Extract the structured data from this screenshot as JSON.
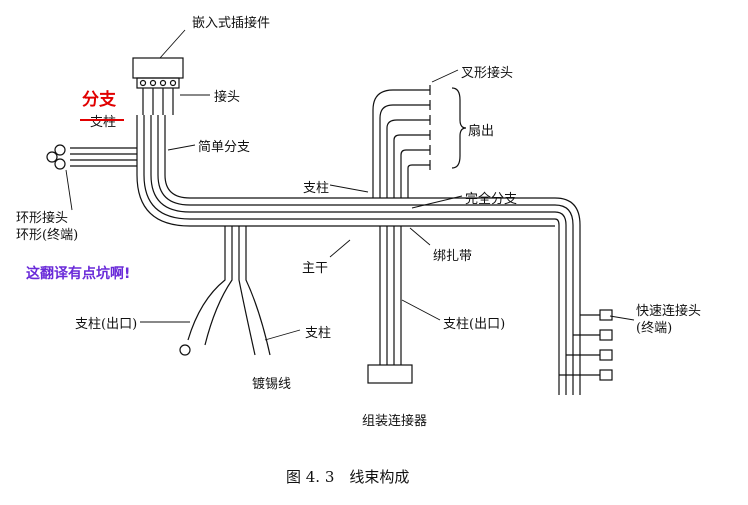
{
  "labels": {
    "embedded_connector": "嵌入式插接件",
    "terminal": "接头",
    "simple_branch": "简单分支",
    "fork_terminal": "叉形接头",
    "fan_out": "扇出",
    "trunk_top": "支柱",
    "full_branch": "完全分支",
    "ring_terminal": "环形接头",
    "ring_end": "环形(终端)",
    "main_trunk": "主干",
    "binding_strap": "绑扎带",
    "branch_outlet_left": "支柱(出口)",
    "branch_mid": "支柱",
    "tinned_wire": "镀锡线",
    "branch_outlet_right": "支柱(出口)",
    "assembled_connector": "组装连接器",
    "quick_connector": "快速连接头",
    "quick_connector_end": "(终端)",
    "annotation_red": "分支",
    "annotation_struck": "支柱",
    "annotation_purple": "这翻译有点坑啊!",
    "caption": "图 4. 3　线束构成"
  },
  "colors": {
    "annotation_red": "#e10000",
    "annotation_purple": "#6a2bd9",
    "ink": "#111111"
  }
}
